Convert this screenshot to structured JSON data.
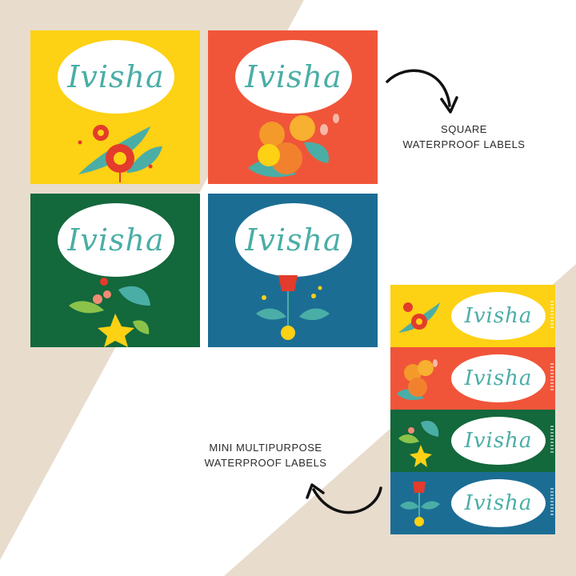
{
  "brand_name": "Ivisha",
  "captions": {
    "square_line1": "SQUARE",
    "square_line2": "WATERPROOF LABELS",
    "mini_line1": "MINI MULTIPURPOSE",
    "mini_line2": "WATERPROOF LABELS"
  },
  "colors": {
    "background": "#e8dccd",
    "diagonal_band": "#ffffff",
    "yellow": "#fdd114",
    "orange": "#f0553a",
    "green": "#13683c",
    "blue": "#1c6d94",
    "text_teal": "#4aaea6"
  },
  "square_labels": [
    {
      "color": "yellow",
      "flora_icon": "red-flower-icon"
    },
    {
      "color": "orange",
      "flora_icon": "orange-roses-icon"
    },
    {
      "color": "green",
      "flora_icon": "yellow-lily-icon"
    },
    {
      "color": "blue",
      "flora_icon": "red-tulip-icon"
    }
  ],
  "mini_labels": [
    {
      "color": "yellow"
    },
    {
      "color": "orange"
    },
    {
      "color": "green"
    },
    {
      "color": "blue"
    }
  ]
}
